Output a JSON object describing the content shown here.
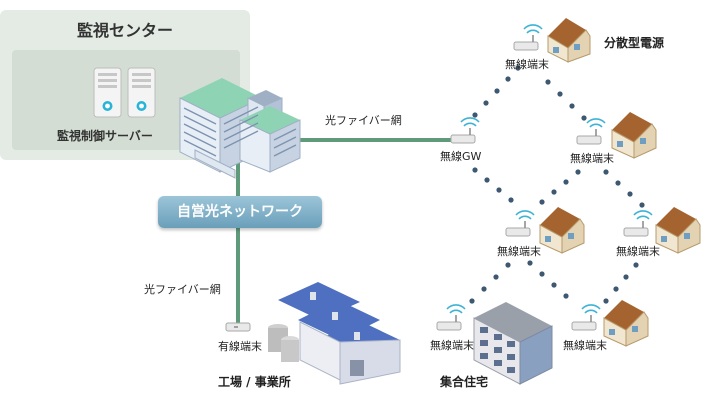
{
  "monitoring_center": {
    "title": "監視センター",
    "server_label": "監視制御サーバー"
  },
  "network": {
    "private_fiber_label": "自営光ネットワーク",
    "fiber_label_top": "光ファイバー網",
    "fiber_label_left": "光ファイバー網",
    "gateway_label": "無線GW"
  },
  "terminals": {
    "t1": "無線端末",
    "t2": "無線端末",
    "t3": "無線端末",
    "t4": "無線端末",
    "t5": "無線端末",
    "t6": "無線端末",
    "wired": "有線端末"
  },
  "sites": {
    "distributed_power": "分散型電源",
    "factory": "工場 / 事業所",
    "apartment": "集合住宅"
  },
  "colors": {
    "fiber_line": "#5f9a7a",
    "wireless_dots": "#3d5870",
    "house_roof": "#a5642f",
    "house_wall": "#f1e6cf",
    "factory_roof": "#4f6fc0",
    "badge": "#7fb1c8",
    "panel": "#e4ebe4"
  },
  "icons": [
    "server-icon",
    "office-building-icon",
    "router-icon",
    "house-icon",
    "factory-icon",
    "apartment-icon",
    "wifi-signal-icon"
  ]
}
